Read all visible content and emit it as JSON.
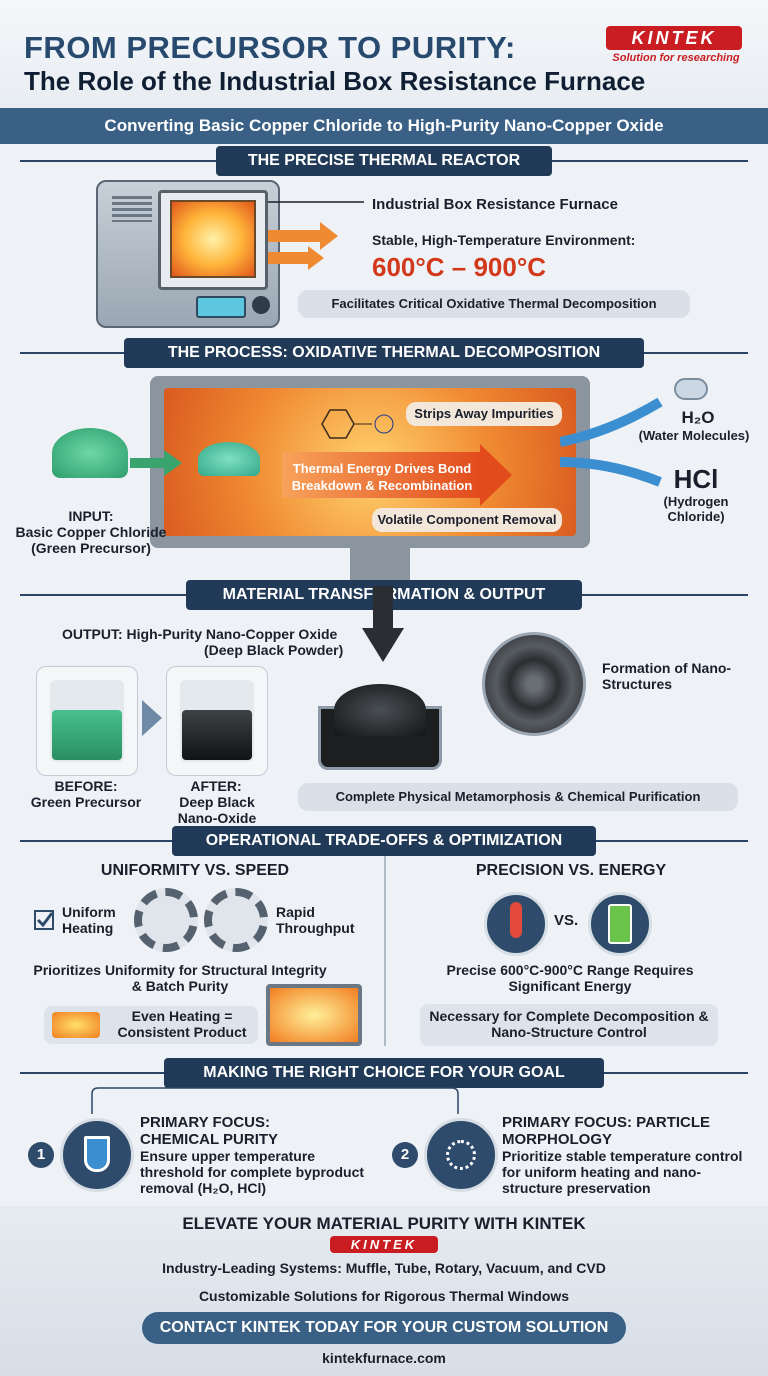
{
  "header": {
    "title": "FROM PRECURSOR TO PURITY:",
    "subtitle": "The Role of the Industrial Box Resistance Furnace",
    "logo": "KINTEK",
    "logo_tagline": "Solution for researching",
    "banner": "Converting Basic Copper Chloride to High-Purity Nano-Copper Oxide"
  },
  "reactor": {
    "heading": "THE PRECISE THERMAL REACTOR",
    "furnace_label": "Industrial Box Resistance Furnace",
    "env_label": "Stable, High-Temperature Environment:",
    "temperature": "600°C – 900°C",
    "note": "Facilitates Critical Oxidative Thermal Decomposition"
  },
  "process": {
    "heading": "THE PROCESS: OXIDATIVE THERMAL DECOMPOSITION",
    "strips": "Strips Away Impurities",
    "drives": "Thermal Energy Drives Bond Breakdown & Recombination",
    "volatile": "Volatile Component Removal",
    "input_label": "INPUT:",
    "input_name": "Basic Copper Chloride",
    "input_note": "(Green Precursor)",
    "out1_formula": "H₂O",
    "out1_note": "(Water Molecules)",
    "out2_formula": "HCl",
    "out2_note": "(Hydrogen Chloride)"
  },
  "transform": {
    "heading": "MATERIAL TRANSFORMATION & OUTPUT",
    "output_label": "OUTPUT: High-Purity Nano-Copper Oxide",
    "output_note": "(Deep Black Powder)",
    "before": "BEFORE:",
    "before_note": "Green Precursor",
    "after": "AFTER:",
    "after_note": "Deep Black Nano-Oxide",
    "nano": "Formation of Nano-Structures",
    "pill": "Complete Physical Metamorphosis & Chemical Purification"
  },
  "tradeoffs": {
    "heading": "OPERATIONAL TRADE-OFFS & OPTIMIZATION",
    "left_title": "UNIFORMITY VS. SPEED",
    "uniform": "Uniform Heating",
    "rapid": "Rapid Throughput",
    "left_text": "Prioritizes Uniformity for Structural Integrity & Batch Purity",
    "left_box": "Even Heating = Consistent Product",
    "right_title": "PRECISION VS. ENERGY",
    "vs": "VS.",
    "right_text": "Precise 600°C-900°C Range Requires Significant Energy",
    "right_box": "Necessary for Complete Decomposition & Nano-Structure Control"
  },
  "choice": {
    "heading": "MAKING THE RIGHT CHOICE FOR YOUR GOAL",
    "c1_num": "1",
    "c1_title": "PRIMARY FOCUS: CHEMICAL PURITY",
    "c1_text": "Ensure upper temperature threshold for complete byproduct removal (H₂O, HCl)",
    "c2_num": "2",
    "c2_title": "PRIMARY FOCUS: PARTICLE MORPHOLOGY",
    "c2_text": "Prioritize stable temperature control for uniform heating and nano-structure preservation"
  },
  "footer": {
    "title": "ELEVATE YOUR MATERIAL PURITY WITH KINTEK",
    "logo": "KINTEK",
    "line1": "Industry-Leading Systems: Muffle, Tube, Rotary, Vacuum, and CVD",
    "line2": "Customizable Solutions for Rigorous Thermal Windows",
    "cta": "CONTACT KINTEK TODAY FOR YOUR CUSTOM SOLUTION",
    "url": "kintekfurnace.com"
  }
}
